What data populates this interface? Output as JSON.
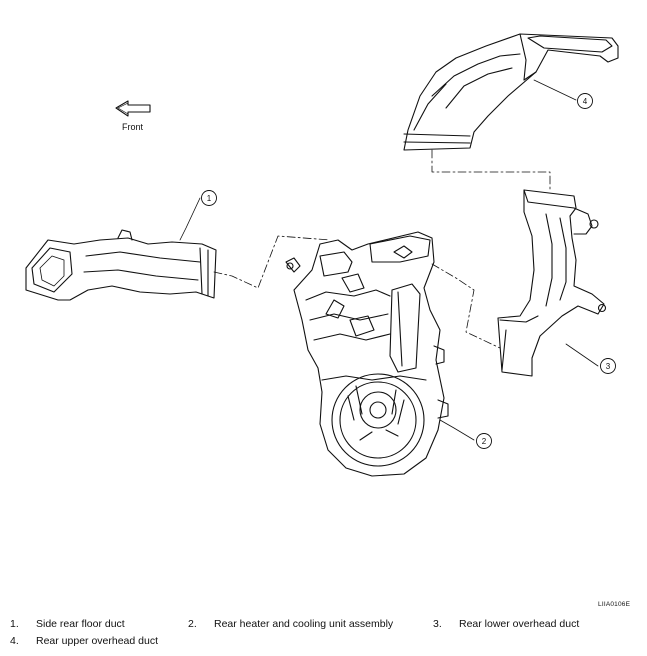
{
  "direction_label": "Front",
  "figure_id": "LIIA0106E",
  "callouts": [
    "1",
    "2",
    "3",
    "4"
  ],
  "legend": [
    {
      "number": "1.",
      "text": "Side rear floor duct"
    },
    {
      "number": "2.",
      "text": "Rear heater and cooling unit assembly"
    },
    {
      "number": "3.",
      "text": "Rear lower overhead duct"
    },
    {
      "number": "4.",
      "text": "Rear upper overhead duct"
    }
  ]
}
